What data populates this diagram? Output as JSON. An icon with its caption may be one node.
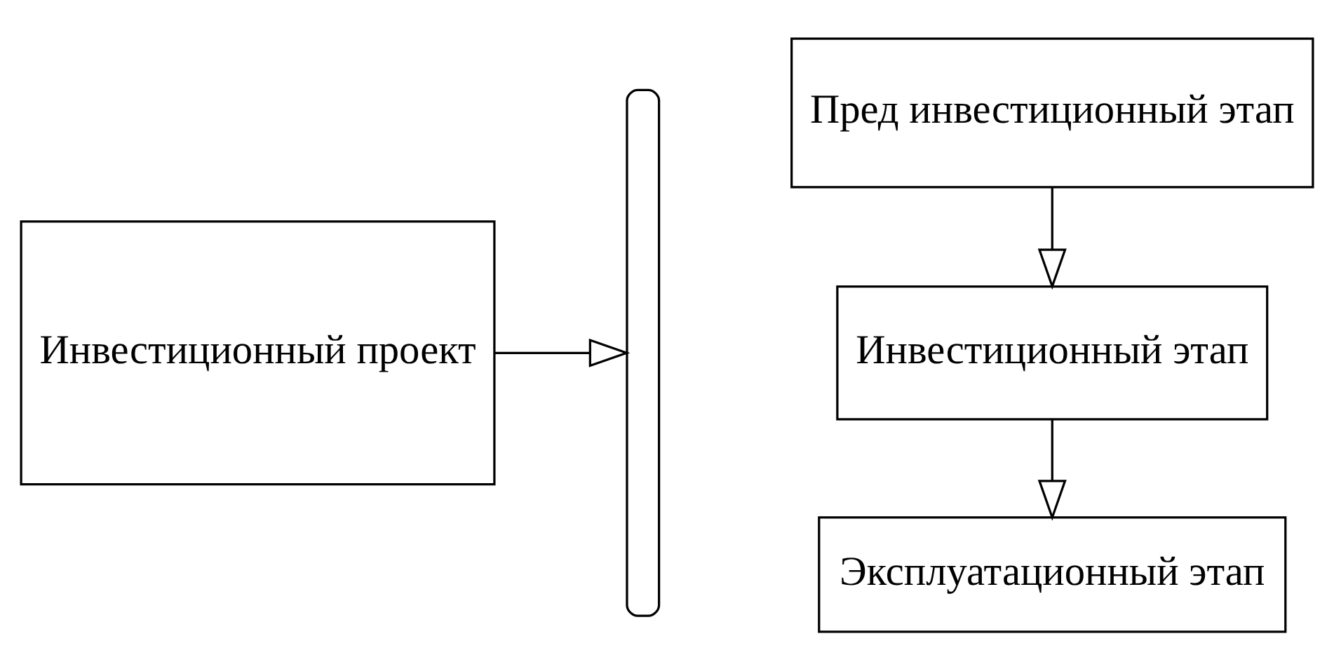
{
  "diagram": {
    "nodes": [
      {
        "text": [
          "Инвестиционный проект"
        ]
      },
      {
        "text": [
          "Пред инвестиционный этап"
        ]
      },
      {
        "text": [
          "Инвестиционный этап"
        ]
      },
      {
        "text": [
          "Эксплуатационный этап"
        ]
      },
      {
        "text": [],
        "shape": "brace"
      }
    ],
    "edges": [
      {
        "from": 0,
        "to": 4,
        "arrow": "to"
      },
      {
        "from": 1,
        "to": 2,
        "arrow": "to"
      },
      {
        "from": 2,
        "to": 3,
        "arrow": "to"
      }
    ]
  }
}
